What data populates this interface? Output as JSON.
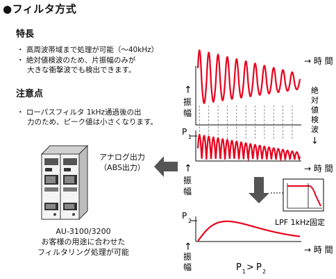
{
  "title": "●フィルタ方式",
  "features": {
    "heading": "特長",
    "items": [
      "・ 高周波帯域まで処理が可能（～40kHz）",
      "・ 絶対値検波のため、片振幅のみが",
      "大きな衝撃波でも検出できます。"
    ]
  },
  "cautions": {
    "heading": "注意点",
    "items": [
      "・ ローパスフィルタ 1kHz通過後の出",
      "力のため、ピーク値は小さくなります。"
    ]
  },
  "output_label": [
    "アナログ出力",
    "（ABS出力）"
  ],
  "device": {
    "model": "AU-3100/3200",
    "caption": [
      "お客様の用途に合わせた",
      "フィルタリング処理が可能"
    ]
  },
  "graphs": {
    "time": "→ 時 間",
    "amp_top": "↑",
    "amp_lines": [
      "振",
      "幅"
    ],
    "detect_lines": [
      "絶",
      "対",
      "値",
      "検",
      "波"
    ],
    "detect_arrow": "↓",
    "p1": "P",
    "p1_sub": "1",
    "p2": "P",
    "p2_sub": "2",
    "lpf_label": "LPF 1kHz固定",
    "compare": {
      "a": "P",
      "a_sub": "1",
      "op": ">",
      "b": "P",
      "b_sub": "2"
    }
  },
  "colors": {
    "wave": "#e8001c",
    "arrow": "#555555"
  }
}
